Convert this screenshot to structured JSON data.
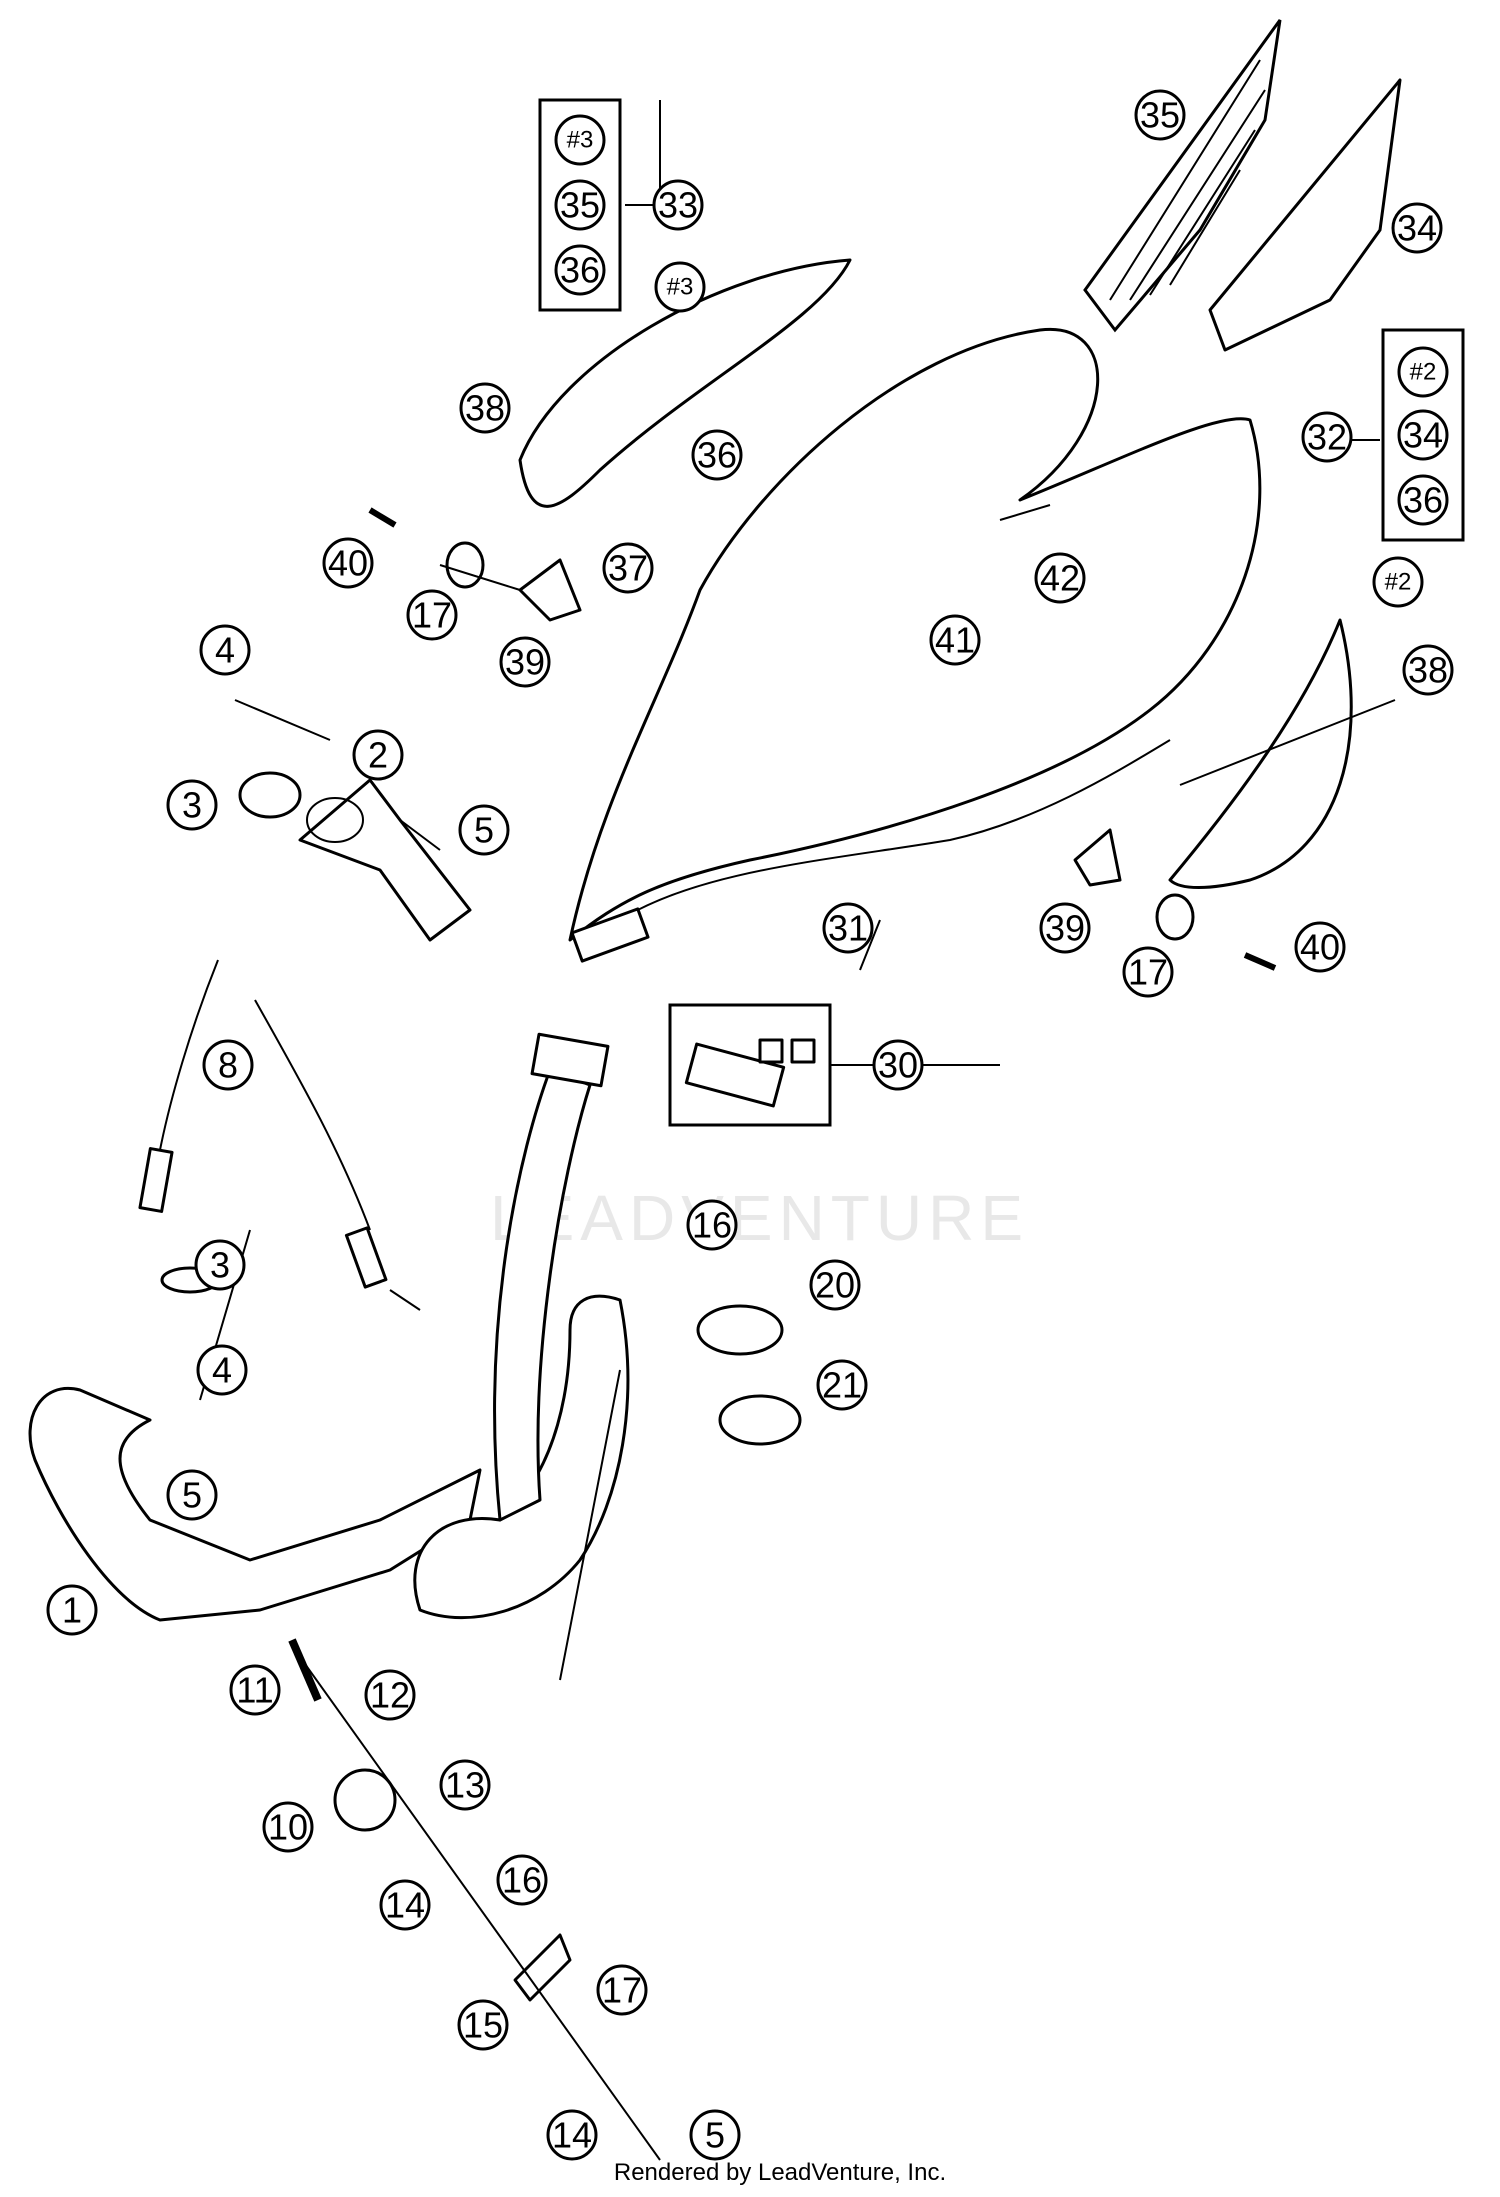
{
  "watermark": "LEADVENTURE",
  "footer": "Rendered by LeadVenture, Inc.",
  "callouts": {
    "p1": "1",
    "p2": "2",
    "p3a": "3",
    "p3b": "3",
    "p4a": "4",
    "p4b": "4",
    "p5a": "5",
    "p5b": "5",
    "p5c": "5",
    "p8": "8",
    "p10": "10",
    "p11": "11",
    "p12": "12",
    "p13": "13",
    "p14a": "14",
    "p14b": "14",
    "p15": "15",
    "p16a": "16",
    "p16b": "16",
    "p17a": "17",
    "p17b": "17",
    "p17c": "17",
    "p20": "20",
    "p21": "21",
    "p30": "30",
    "p31": "31",
    "p32": "32",
    "p33": "33",
    "p34a": "34",
    "p35a": "35",
    "p37": "37",
    "p38a": "38",
    "p38b": "38",
    "p39a": "39",
    "p39b": "39",
    "p40a": "40",
    "p40b": "40",
    "p41": "41",
    "p42": "42",
    "ref3": "#3",
    "ref2": "#2"
  },
  "kit_33": [
    "#3",
    "35",
    "36"
  ],
  "kit_32": [
    "#2",
    "34",
    "36"
  ],
  "loose_36": "36"
}
